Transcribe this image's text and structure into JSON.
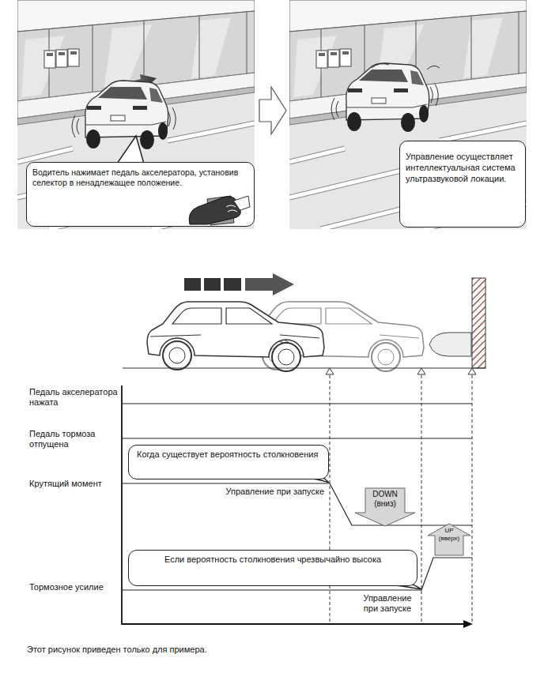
{
  "diagram": {
    "caption": "Этот рисунок приведен только для примера.",
    "nodes": [
      {
        "text": [
          "Водитель нажимает педаль акселератора, установив селектор в ненадлежащее положение."
        ]
      },
      {
        "text": [
          "Управление осуществляет интеллектуальная система ультразвуковой локации."
        ]
      },
      {
        "text": [
          "Когда существует вероятность столкновения"
        ]
      },
      {
        "text": [
          "DOWN (вниз)"
        ]
      },
      {
        "text": [
          "Если вероятность столкновения чрезвычайно высока"
        ]
      },
      {
        "text": [
          "UP (вверх)"
        ]
      }
    ],
    "labels": [
      "Педаль акселератора нажата",
      "Педаль тормоза отпущена",
      "Крутящий момент",
      "Управление при запуске",
      "Тормозное усилие",
      "Управление при запуске"
    ]
  }
}
